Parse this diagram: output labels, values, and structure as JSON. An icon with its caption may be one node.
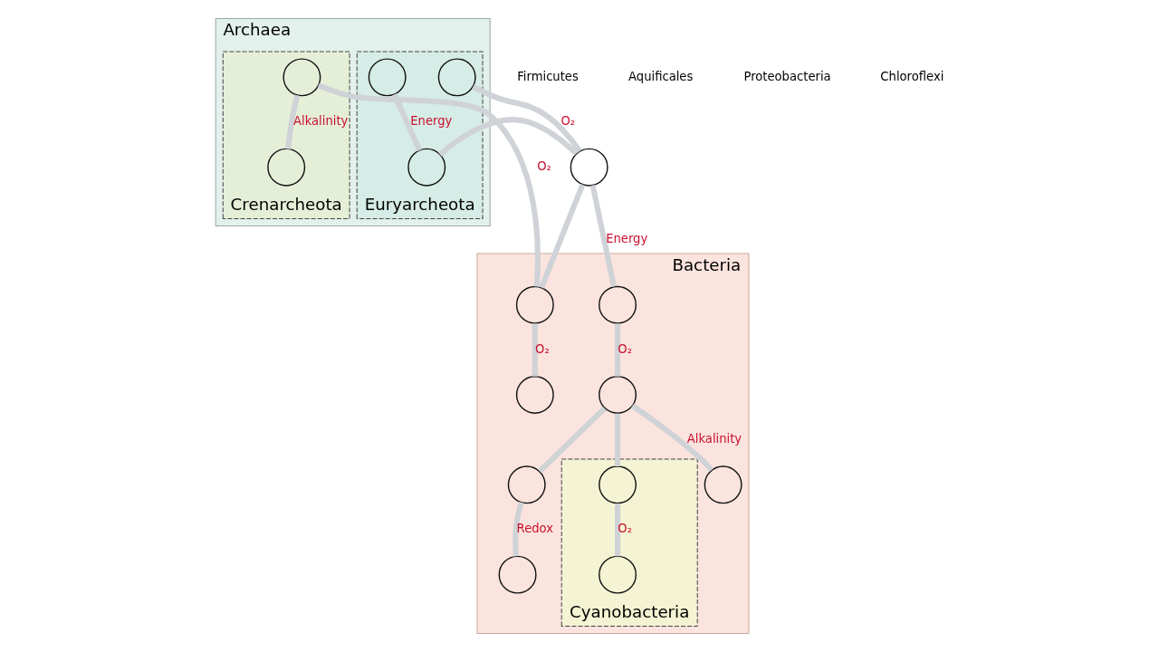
{
  "diagram": {
    "nodes": [
      {
        "text": [
          "Archaea"
        ]
      },
      {
        "text": [
          "Euryarcheota"
        ],
        "in": 0
      },
      {
        "text": [],
        "shape": "circle",
        "in": 1
      },
      {
        "text": [],
        "shape": "circle",
        "in": 1
      },
      {
        "text": [],
        "shape": "circle",
        "in": 1
      },
      {
        "text": [
          "Crenarcheota"
        ],
        "in": 0
      },
      {
        "text": [],
        "shape": "circle",
        "in": 5
      },
      {
        "text": [],
        "shape": "circle",
        "in": 5
      },
      {
        "text": [],
        "shape": "circle"
      },
      {
        "text": [
          "Bacteria"
        ]
      },
      {
        "text": [],
        "shape": "circle",
        "in": 9
      },
      {
        "text": [],
        "shape": "circle",
        "in": 9
      },
      {
        "text": [],
        "shape": "circle",
        "in": 9
      },
      {
        "text": [],
        "shape": "circle",
        "in": 9
      },
      {
        "text": [],
        "shape": "circle",
        "in": 9
      },
      {
        "text": [],
        "shape": "circle",
        "in": 9
      },
      {
        "text": [
          "Cyanobacteria"
        ],
        "in": 9
      },
      {
        "text": [],
        "shape": "circle",
        "in": 16
      },
      {
        "text": [],
        "shape": "circle",
        "in": 16
      },
      {
        "text": [],
        "shape": "circle",
        "in": 9
      }
    ],
    "edges": [
      {
        "from": 2,
        "to": 3,
        "arrow": "none",
        "label": "Energy"
      },
      {
        "from": 3,
        "to": 8,
        "arrow": "none"
      },
      {
        "from": 4,
        "to": 8,
        "arrow": "none",
        "label": "O₂"
      },
      {
        "from": 8,
        "to": 12,
        "arrow": "none",
        "label": "Energy"
      },
      {
        "from": 8,
        "to": 10,
        "arrow": "none"
      },
      {
        "from": 10,
        "to": 11,
        "arrow": "none",
        "label": "O₂"
      },
      {
        "from": 10,
        "to": 6,
        "arrow": "none",
        "label": "O₂"
      },
      {
        "from": 6,
        "to": 7,
        "arrow": "none",
        "label": "Alkalinity"
      },
      {
        "from": 12,
        "to": 13,
        "arrow": "none",
        "label": "O₂"
      },
      {
        "from": 13,
        "to": 14,
        "arrow": "none"
      },
      {
        "from": 14,
        "to": 15,
        "arrow": "none",
        "label": "Redox"
      },
      {
        "from": 13,
        "to": 17,
        "arrow": "none"
      },
      {
        "from": 17,
        "to": 18,
        "arrow": "none",
        "label": "O₂"
      },
      {
        "from": 13,
        "to": 19,
        "arrow": "none",
        "label": "Alkalinity"
      }
    ],
    "labels": [
      "Firmicutes",
      "Aquificales",
      "Proteobacteria",
      "Chloroflexi"
    ]
  }
}
